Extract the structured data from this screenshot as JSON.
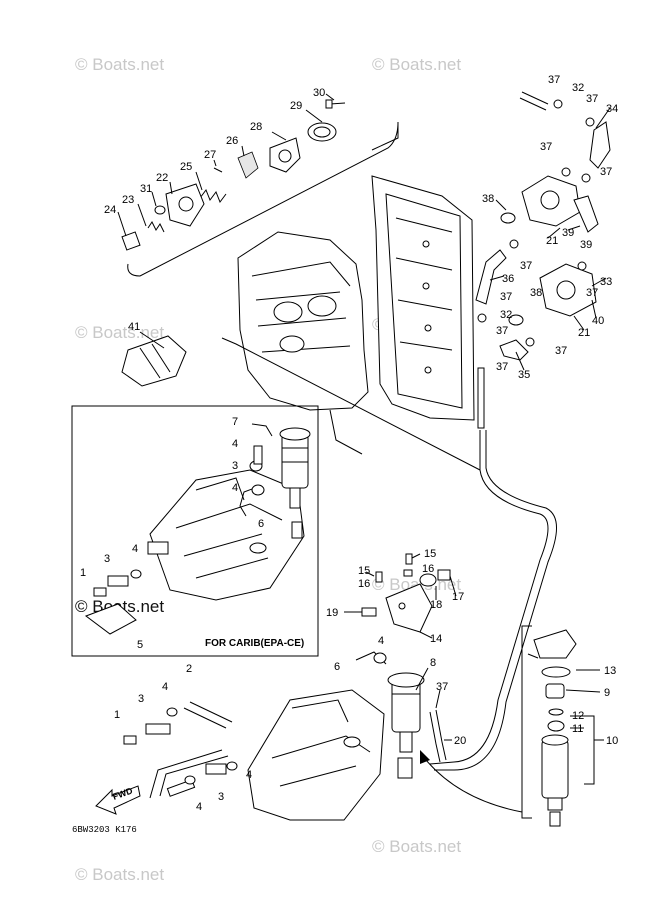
{
  "watermark": "© Boats.net",
  "caption_carb": "FOR CARIB(EPA-CE)",
  "diagram_code": "6BW3203 K176",
  "fwd_label": "FWD",
  "callouts": {
    "c1a": "1",
    "c1b": "1",
    "c2": "2",
    "c3a": "3",
    "c3b": "3",
    "c3c": "3",
    "c3d": "3",
    "c4a": "4",
    "c4b": "4",
    "c4c": "4",
    "c4d": "4",
    "c4e": "4",
    "c4f": "4",
    "c4g": "4",
    "c5": "5",
    "c6a": "6",
    "c6b": "6",
    "c7": "7",
    "c8": "8",
    "c9": "9",
    "c10": "10",
    "c11": "11",
    "c12": "12",
    "c13": "13",
    "c14": "14",
    "c15a": "15",
    "c15b": "15",
    "c16a": "16",
    "c16b": "16",
    "c17": "17",
    "c18": "18",
    "c19": "19",
    "c20": "20",
    "c21a": "21",
    "c21b": "21",
    "c22": "22",
    "c23": "23",
    "c24": "24",
    "c25": "25",
    "c26": "26",
    "c27": "27",
    "c28": "28",
    "c29": "29",
    "c30": "30",
    "c31": "31",
    "c32a": "32",
    "c32b": "32",
    "c33": "33",
    "c34": "34",
    "c35": "35",
    "c36": "36",
    "c37a": "37",
    "c37b": "37",
    "c37c": "37",
    "c37d": "37",
    "c37e": "37",
    "c37f": "37",
    "c37g": "37",
    "c37h": "37",
    "c37i": "37",
    "c37j": "37",
    "c37k": "37",
    "c38a": "38",
    "c38b": "38",
    "c39a": "39",
    "c39b": "39",
    "c40": "40",
    "c41": "41"
  }
}
